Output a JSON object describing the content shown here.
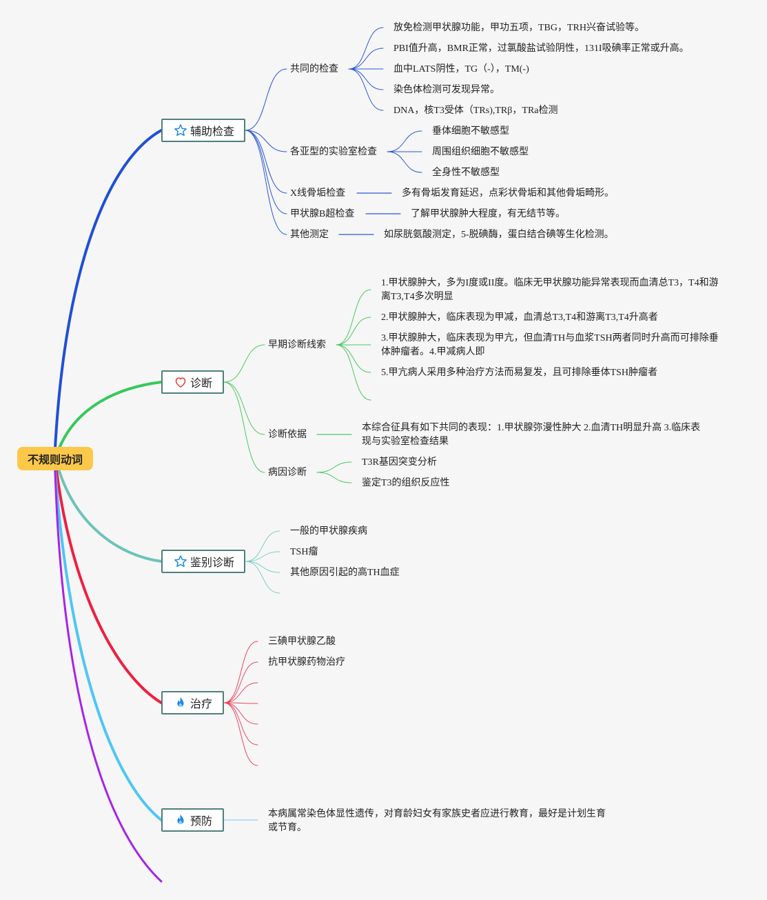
{
  "root": {
    "label": "不规则动词"
  },
  "branches": {
    "aux": {
      "label": "辅助检查",
      "icon": "star-icon",
      "color": "#1f4fd8",
      "common": {
        "label": "共同的检查",
        "items": [
          "放免检测甲状腺功能，甲功五项，TBG，TRH兴奋试验等。",
          "PBI值升高，BMR正常，过氯酸盐试验阴性，131I吸碘率正常或升高。",
          "血中LATS阴性，TG（-），TM(-)",
          "染色体检测可发现异常。",
          "DNA，核T3受体（TRs),TRβ，TRa检测"
        ]
      },
      "subtype": {
        "label": "各亚型的实验室检查",
        "items": [
          "垂体细胞不敏感型",
          "周围组织细胞不敏感型",
          "全身性不敏感型"
        ]
      },
      "xray": {
        "label": "X线骨垢检查",
        "detail": "多有骨垢发育延迟，点彩状骨垢和其他骨垢畸形。"
      },
      "bscan": {
        "label": "甲状腺B超检查",
        "detail": "了解甲状腺肿大程度，有无结节等。"
      },
      "other": {
        "label": "其他测定",
        "detail": "如尿胱氨酸测定，5-脱碘酶，蛋白结合碘等生化检测。"
      }
    },
    "diag": {
      "label": "诊断",
      "icon": "heart-icon",
      "color": "#36c85a",
      "early": {
        "label": "早期诊断线索",
        "items": [
          "1.甲状腺肿大，多为I度或II度。临床无甲状腺功能异常表现而血清总T3，T4和游离T3,T4多次明显",
          "2.甲状腺肿大，临床表现为甲减，血清总T3,T4和游离T3,T4升高者",
          "3.甲状腺肿大，临床表现为甲亢，但血清TH与血浆TSH两者同时升高而可排除垂体肿瘤者。4.甲减病人即",
          "5.甲亢病人采用多种治疗方法而易复发，且可排除垂体TSH肿瘤者"
        ]
      },
      "basis": {
        "label": "诊断依据",
        "detail": "本综合征具有如下共同的表现：1.甲状腺弥漫性肿大 2.血清TH明显升高 3.临床表现与实验室检查结果"
      },
      "cause": {
        "label": "病因诊断",
        "items": [
          "T3R基因突变分析",
          "鉴定T3的组织反应性"
        ]
      }
    },
    "diff": {
      "label": "鉴别诊断",
      "icon": "star-icon",
      "color": "#6cc3b8",
      "items": [
        "一般的甲状腺疾病",
        "TSH瘤",
        "其他原因引起的高TH血症"
      ]
    },
    "treat": {
      "label": "治疗",
      "icon": "flame-icon",
      "color": "#ef1f3f",
      "items": [
        "三碘甲状腺乙酸",
        "抗甲状腺药物治疗"
      ]
    },
    "prevent": {
      "label": "预防",
      "icon": "flame-icon",
      "color": "#4ec6f5",
      "detail": "本病属常染色体显性遗传，对育龄妇女有家族史者应进行教育，最好是计划生育或节育。"
    },
    "extra": {
      "color": "#a623e8"
    }
  }
}
